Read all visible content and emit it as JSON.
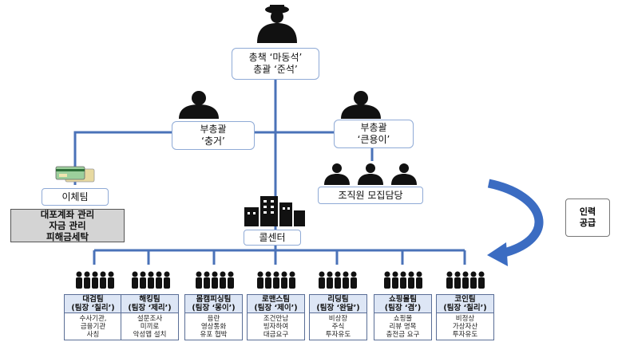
{
  "leader": {
    "icon": "boss-silhouette-icon",
    "lines": [
      "총책 ‘마동석’",
      "총괄 ‘준석’"
    ]
  },
  "deputy_left": {
    "icon": "person-silhouette-icon",
    "lines": [
      "부총괄",
      "‘충거’"
    ]
  },
  "deputy_right": {
    "icon": "person-silhouette-icon",
    "lines": [
      "부총괄",
      "‘큰용이’"
    ]
  },
  "transfer_team": {
    "icon": "bank-card-icon",
    "label": "이체팀",
    "duties": [
      "대포계좌 관리",
      "자금 관리",
      "피해금세탁"
    ]
  },
  "recruit": {
    "icon": "group-silhouette-icon",
    "label": "조직원 모집담당"
  },
  "call_center": {
    "icon": "office-building-icon",
    "label": "콜센터"
  },
  "supply": {
    "lines": [
      "인력",
      "공급"
    ]
  },
  "teams": [
    {
      "name": "대검팀",
      "leader": "(팀장 ‘칠리’)",
      "tasks": [
        "수사기관,",
        "금융기관",
        "사칭"
      ]
    },
    {
      "name": "해킹팀",
      "leader": "(팀장 ‘제리’)",
      "tasks": [
        "설문조사",
        "미끼로",
        "악성앱 설치"
      ]
    },
    {
      "name": "몸캠피싱팀",
      "leader": "(팀장 ‘몽이’)",
      "tasks": [
        "음란",
        "영상통화",
        "유포 협박"
      ]
    },
    {
      "name": "로맨스팀",
      "leader": "(팀장 ‘제이’)",
      "tasks": [
        "조건만남",
        "빙자하여",
        "대금요구"
      ]
    },
    {
      "name": "리딩팀",
      "leader": "(팀장 ‘완달’)",
      "tasks": [
        "비상장",
        "주식",
        "투자유도"
      ]
    },
    {
      "name": "쇼핑몰팀",
      "leader": "(팀장 ‘겸’)",
      "tasks": [
        "쇼핑몰",
        "리뷰 명목",
        "충전금 요구"
      ]
    },
    {
      "name": "코인팀",
      "leader": "(팀장 ‘칠리’)",
      "tasks": [
        "비정상",
        "가상자산",
        "투자유도"
      ]
    }
  ],
  "colors": {
    "line": "#4a72b8",
    "box_border": "#8faad6",
    "team_header": "#dde6f5",
    "gray_box": "#d4d4d4",
    "silhouette": "#111111"
  }
}
